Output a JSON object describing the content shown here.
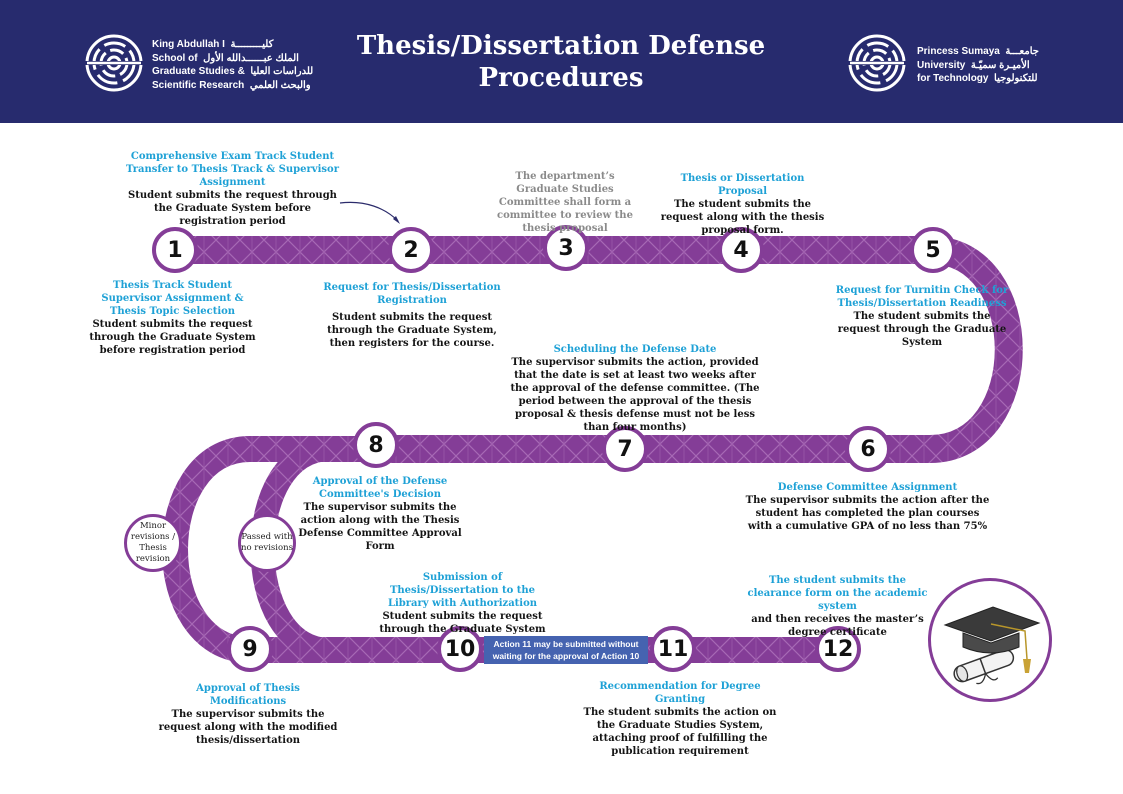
{
  "header": {
    "title_line1": "Thesis/Dissertation Defense",
    "title_line2": "Procedures",
    "left_logo_text": "King Abdullah I  كليـــــــــة\nSchool of  الملك عبــــــدالله الأول\nGraduate Studies &  للدراسات العليا\nScientific Research  والبحث العلمي",
    "right_logo_text": "Princess Sumaya  جامعـــة\nUniversity  الأميـرة سميّـة\nfor Technology  للتكنولوجيا",
    "left_logo_icon": "kasgsr-maze-logo-icon",
    "right_logo_icon": "psut-maze-logo-icon"
  },
  "colors": {
    "header_bg": "#272b6e",
    "path": "#843d97",
    "heading": "#1ea1d6",
    "note_bg": "#4563b0"
  },
  "nodes": [
    "1",
    "2",
    "3",
    "4",
    "5",
    "6",
    "7",
    "8",
    "9",
    "10",
    "11",
    "12"
  ],
  "decisions": {
    "minor": "Minor revisions / Thesis revision",
    "passed": "Passed with no revisions"
  },
  "note": "Action 11 may be submitted without waiting for the approval of Action 10",
  "steps": {
    "s1a": {
      "heading": "Comprehensive Exam Track Student Transfer to Thesis Track & Supervisor Assignment",
      "desc": "Student submits the request through the Graduate System before registration period"
    },
    "s1b": {
      "heading": "Thesis Track Student Supervisor Assignment & Thesis Topic Selection",
      "desc": "Student submits the request through the Graduate System before registration period"
    },
    "s2": {
      "heading": "Request for Thesis/Dissertation Registration",
      "desc": "Student submits the request through the Graduate System, then registers for the course."
    },
    "s3": {
      "desc": "The department’s Graduate Studies Committee shall form a committee to review the thesis proposal"
    },
    "s4": {
      "heading": "Thesis or Dissertation Proposal",
      "desc": "The student submits the request along with the thesis proposal form."
    },
    "s5": {
      "heading": "Request for Turnitin Check for Thesis/Dissertation Readiness",
      "desc": "The student submits the request through the Graduate System"
    },
    "s6": {
      "heading": "Defense Committee Assignment",
      "desc": "The supervisor submits the action after the student has completed the plan courses with a cumulative GPA of no less than 75%"
    },
    "s7": {
      "heading": "Scheduling the Defense Date",
      "desc": "The supervisor submits the action, provided that the date is set at least two weeks after the approval of the defense committee. (The period between the approval of the thesis proposal & thesis defense must not be less than four months)"
    },
    "s8": {
      "heading": "Approval of the Defense Committee's Decision",
      "desc": "The supervisor submits the action along with the Thesis Defense Committee Approval Form"
    },
    "s9": {
      "heading": "Approval of Thesis Modifications",
      "desc": "The supervisor submits the request along with the modified thesis/dissertation"
    },
    "s10": {
      "heading": "Submission of Thesis/Dissertation to the Library with Authorization",
      "desc": "Student submits the request through the Graduate System"
    },
    "s11": {
      "heading": "Recommendation for Degree Granting",
      "desc": "The student submits the action on the Graduate Studies System, attaching proof of fulfilling the publication requirement"
    },
    "s12": {
      "heading": "The student submits the clearance form on the academic system",
      "desc": "and then receives the master’s degree certificate"
    }
  },
  "graduation_icon": "graduation-cap-diploma-icon"
}
